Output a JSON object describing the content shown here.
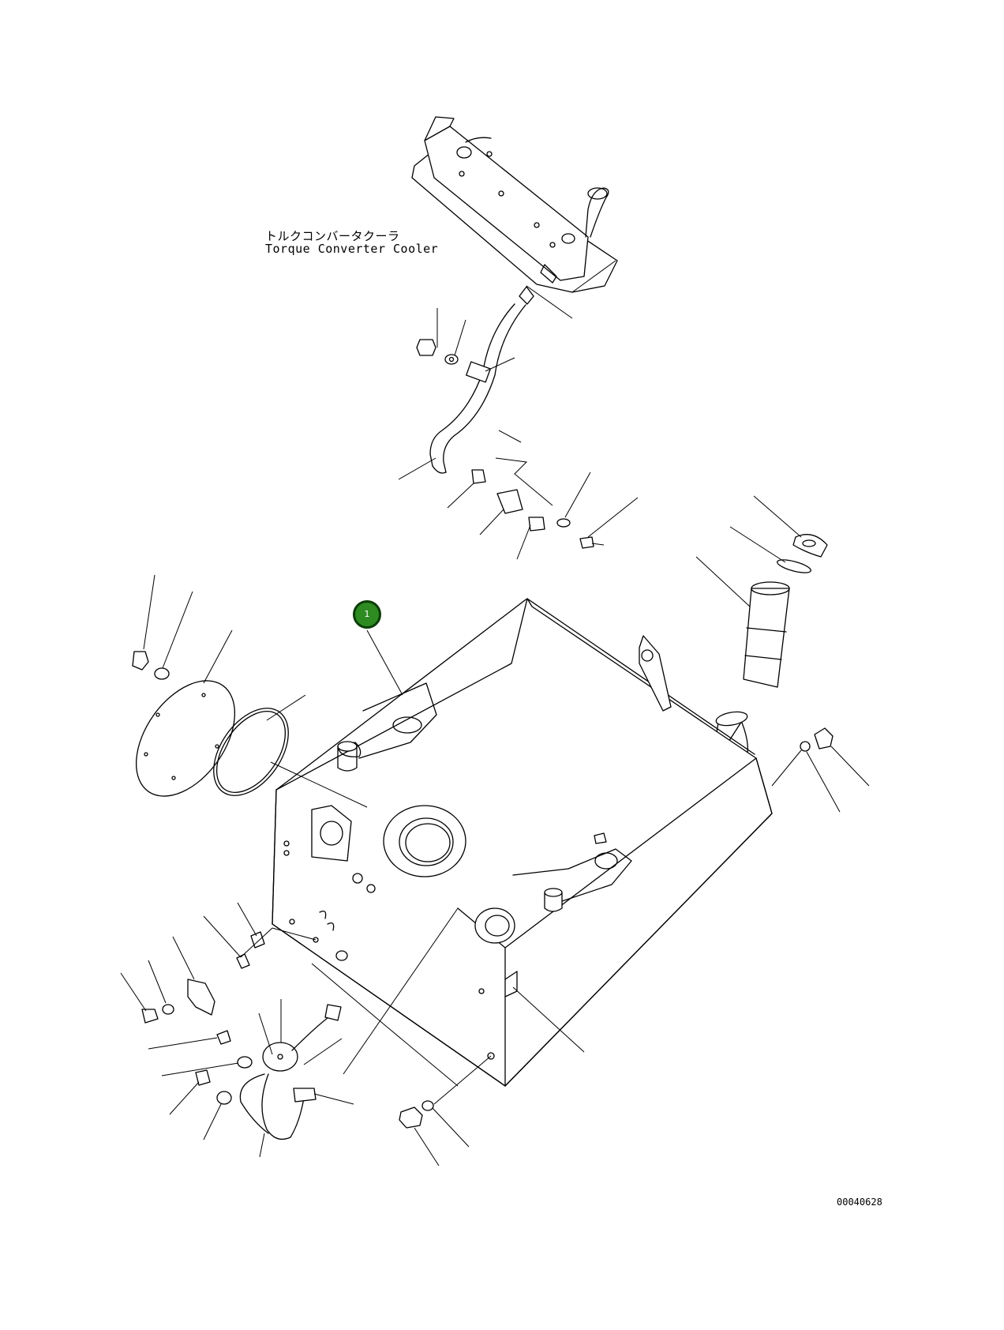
{
  "labels": {
    "part_name_jp": "トルクコンバータクーラ",
    "part_name_en": "Torque Converter Cooler"
  },
  "callouts": [
    {
      "number": "1",
      "color": "#2e8b22"
    }
  ],
  "drawing_id": "00040628"
}
